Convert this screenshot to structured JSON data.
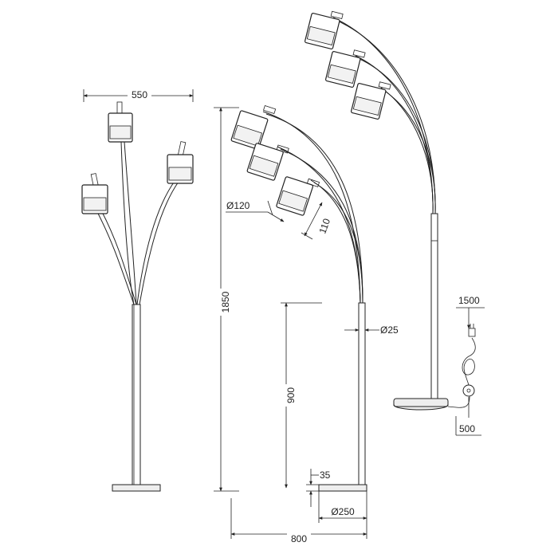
{
  "dimensions": {
    "width_550": "550",
    "height_1850": "1850",
    "shade_diameter": "Ø120",
    "shade_height": "110",
    "pole_diameter": "Ø25",
    "height_900": "900",
    "base_height": "35",
    "base_diameter": "Ø250",
    "reach_800": "800",
    "cable_1500": "1500",
    "cable_500": "500"
  }
}
